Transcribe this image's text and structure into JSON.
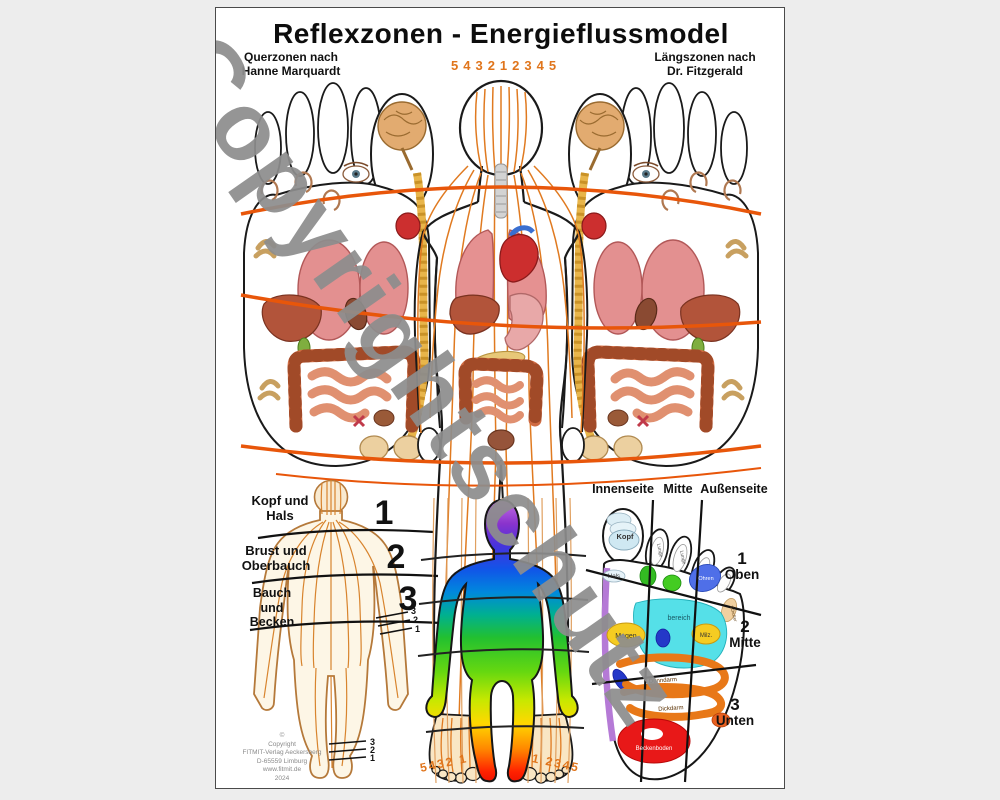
{
  "title": "Reflexzonen - Energieflussmodel",
  "watermark": "Copyrightschutz",
  "header": {
    "left_line1": "Querzonen nach",
    "left_line2": "Hanne Marquardt",
    "right_line1": "Längszonen nach",
    "right_line2": "Dr. Fitzgerald",
    "head_zone_numbers": "543212345"
  },
  "central_figure": {
    "foot_numbers_left": "5432 1",
    "foot_numbers_right": "1 2345"
  },
  "querzonen_panel": {
    "zone1_line1": "Kopf und",
    "zone1_line2": "Hals",
    "zone1_number": "1",
    "zone2_line1": "Brust und",
    "zone2_line2": "Oberbauch",
    "zone2_number": "2",
    "zone3_line1": "Bauch",
    "zone3_line2": "und",
    "zone3_line3": "Becken",
    "zone3_number": "3",
    "wrist_ticks": [
      "3",
      "2",
      "1"
    ],
    "ankle_ticks": [
      "3",
      "2",
      "1"
    ]
  },
  "foot_diagram": {
    "column_inner": "Innenseite",
    "column_middle": "Mitte",
    "column_outer": "Außenseite",
    "level1_number": "1",
    "level1_label": "Oben",
    "level2_number": "2",
    "level2_label": "Mitte",
    "level3_number": "3",
    "level3_label": "Unten",
    "zone_kopf": "Kopf",
    "zone_hals": "Hals",
    "zone_ohren": "Ohren",
    "zone_magen": "Magen",
    "zone_milz": "Milz.",
    "zone_schulter": "Schulter",
    "zone_bereich": "bereich",
    "zone_duenndarm": "Dünndarm",
    "zone_dickdarm": "Dickdarm",
    "zone_beckenboden": "Beckenboden",
    "zone_lunge": "Lunge"
  },
  "copyright_block": {
    "symbol": "©",
    "line1": "Copyright",
    "line2": "FITMIT-Verlag Aeckersberg",
    "line3": "D-65559 Limburg",
    "line4": "www.fitmit.de",
    "line5": "2024"
  },
  "colors": {
    "accent_orange": "#e0751c",
    "transverse_line_orange": "#e8560a",
    "watermark_gray": "#8d8d8d"
  }
}
